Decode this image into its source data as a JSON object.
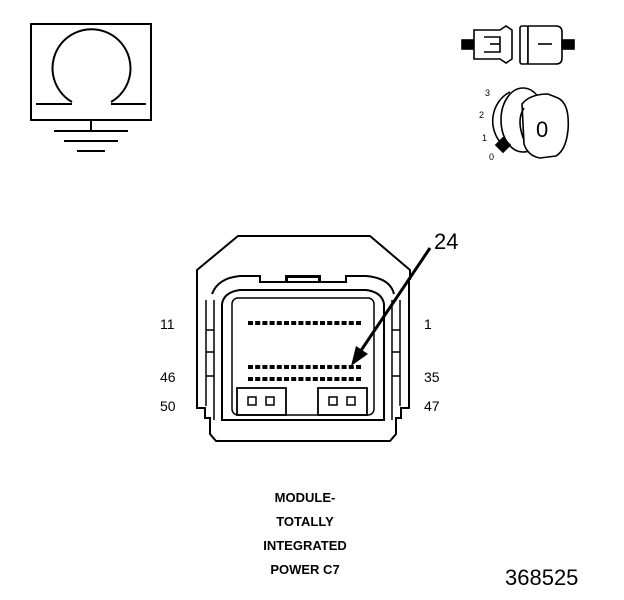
{
  "pins": {
    "top_left": "11",
    "top_right": "1",
    "mid_left": "46",
    "mid_right": "35",
    "bottom_left": "50",
    "bottom_right": "47"
  },
  "callout": {
    "pin_number": "24"
  },
  "ignition_positions": [
    "3",
    "2",
    "1",
    "0"
  ],
  "key_glyph": "0",
  "caption_lines": [
    "MODULE-",
    "TOTALLY",
    "INTEGRATED",
    "POWER C7"
  ],
  "figure_id": "368525",
  "icons": [
    "ohmmeter-symbol-icon",
    "ground-icon",
    "connector-unplug-icon",
    "ignition-key-switch-icon"
  ]
}
